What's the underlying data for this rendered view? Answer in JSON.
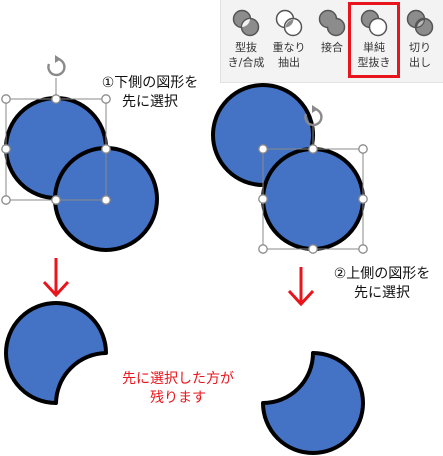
{
  "ribbon": {
    "buttons": [
      {
        "label": "型抜\nき/合成",
        "icon": "combine-shapes-icon"
      },
      {
        "label": "重なり\n抽出",
        "icon": "intersect-shapes-icon"
      },
      {
        "label": "接合",
        "icon": "union-shapes-icon"
      },
      {
        "label": "単純\n型抜き",
        "icon": "subtract-shapes-icon",
        "selected": true
      },
      {
        "label": "切り\n出し",
        "icon": "fragment-shapes-icon"
      }
    ]
  },
  "notes": {
    "step1": "①下側の図形を\n先に選択",
    "step2": "②上側の図形を\n先に選択",
    "result": "先に選択した方が\n残ります"
  },
  "colors": {
    "shape_fill": "#4472c4",
    "shape_stroke": "#000000",
    "arrow": "#e8151c",
    "highlight": "#e8151c"
  }
}
